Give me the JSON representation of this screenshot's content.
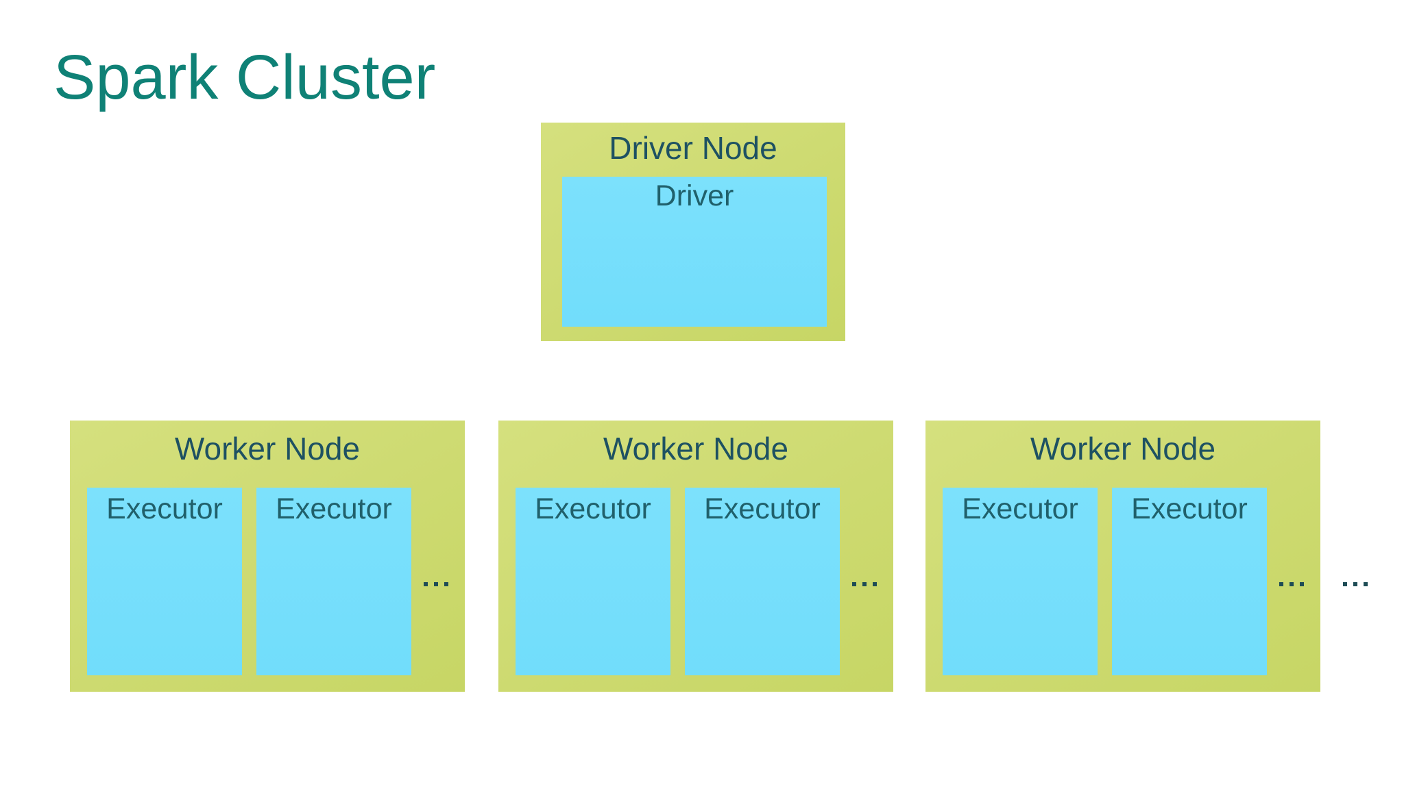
{
  "slide": {
    "title": "Spark Cluster"
  },
  "colors": {
    "page_background": "#FFFFFF",
    "title_text": "#0F8176",
    "node_background": "#CDDA70",
    "inner_box_background": "#74DEFB",
    "node_title_text": "#1E5162",
    "inner_label_text": "#20606B",
    "ellipsis_dots": "#1E4C55"
  },
  "driver_node": {
    "title": "Driver Node",
    "inner_box": {
      "label": "Driver"
    }
  },
  "worker_nodes": [
    {
      "title": "Worker Node",
      "executors": [
        {
          "label": "Executor"
        },
        {
          "label": "Executor"
        }
      ],
      "ellipsis": "..."
    },
    {
      "title": "Worker Node",
      "executors": [
        {
          "label": "Executor"
        },
        {
          "label": "Executor"
        }
      ],
      "ellipsis": "..."
    },
    {
      "title": "Worker Node",
      "executors": [
        {
          "label": "Executor"
        },
        {
          "label": "Executor"
        }
      ],
      "ellipsis": "..."
    }
  ],
  "more_workers_ellipsis": "..."
}
